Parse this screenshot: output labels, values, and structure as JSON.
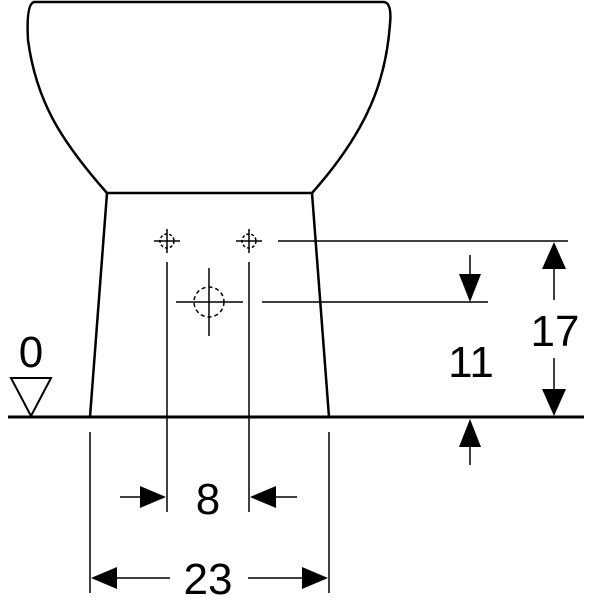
{
  "diagram": {
    "dimensions": {
      "floor_level": "0",
      "fixing_hole_spacing": "8",
      "base_width": "23",
      "fixing_hole_height": "17",
      "drain_outlet_height": "11"
    }
  }
}
